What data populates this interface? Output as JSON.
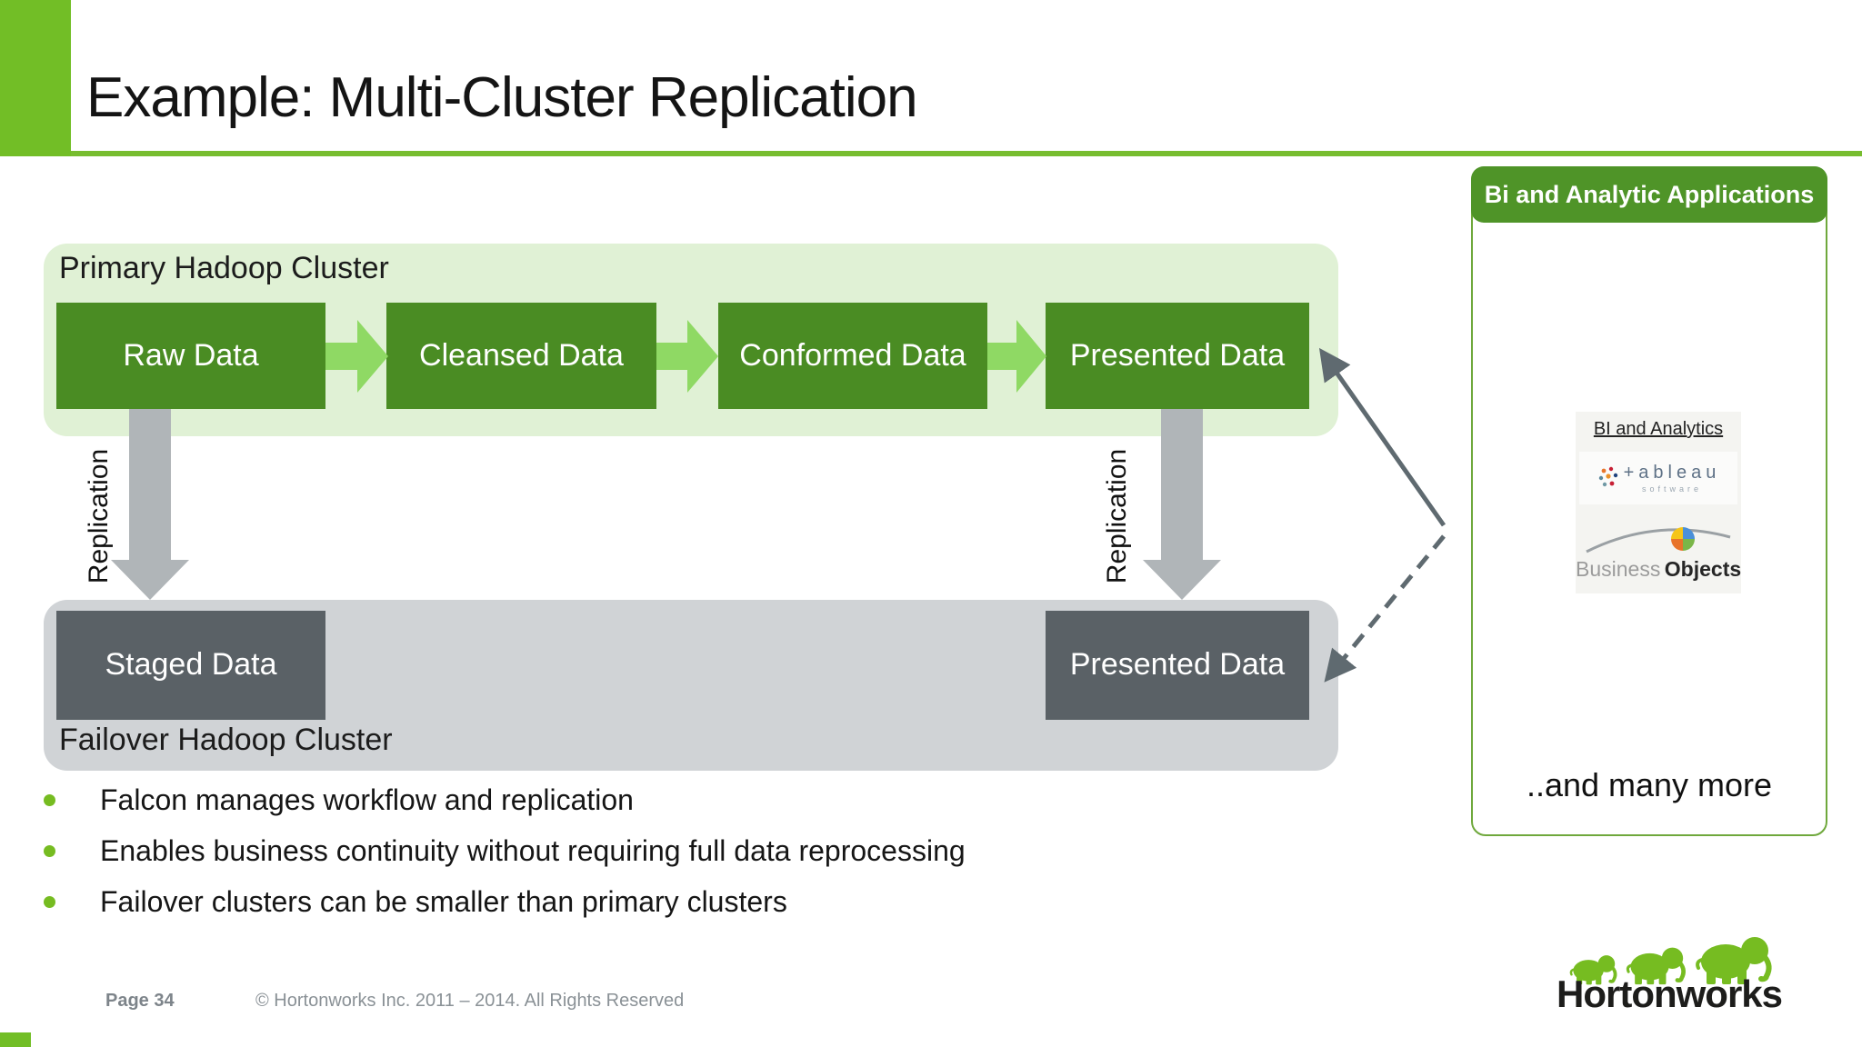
{
  "slide": {
    "title": "Example: Multi-Cluster Replication",
    "page_label": "Page 34",
    "copyright": "© Hortonworks Inc. 2011 – 2014. All Rights Reserved",
    "brand": "Hortonworks"
  },
  "primary_cluster": {
    "label": "Primary Hadoop Cluster",
    "stages": [
      "Raw Data",
      "Cleansed Data",
      "Conformed Data",
      "Presented Data"
    ]
  },
  "failover_cluster": {
    "label": "Failover Hadoop Cluster",
    "stages": [
      "Staged Data",
      "Presented Data"
    ]
  },
  "replication": {
    "left_label": "Replication",
    "right_label": "Replication"
  },
  "bi_panel": {
    "header": "Bi and Analytic Applications",
    "logos_caption": "BI and Analytics",
    "tableau_wordmark": "+ableau",
    "tableau_subtext": "software",
    "business_objects_gray": "Business",
    "business_objects_dark": "Objects",
    "more_text": "..and many more"
  },
  "bullets": [
    "Falcon manages workflow and replication",
    "Enables business continuity without requiring full data reprocessing",
    "Failover clusters can be smaller than primary clusters"
  ],
  "colors": {
    "accent_green": "#72BE26",
    "stage_box_green": "#4A8C23",
    "cluster_bg_green": "#E0F1D5",
    "flow_arrow_green": "#8FD964",
    "bi_header_green": "#4F9428",
    "panel_border_green": "#6FA83C",
    "replication_arrow_gray": "#B0B5B8",
    "failover_bg_gray": "#D0D3D6",
    "failover_box_gray": "#5A6166",
    "connector_gray": "#5F6A70"
  }
}
